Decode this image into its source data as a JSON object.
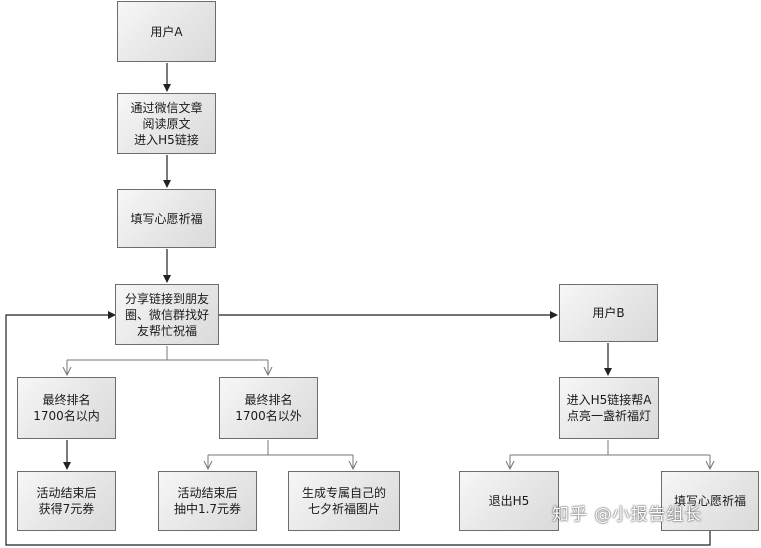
{
  "nodes": {
    "userA": "用户A",
    "enterH5": "通过微信文章\n阅读原文\n进入H5链接",
    "fillWish1": "填写心愿祈福",
    "share": "分享链接到朋友\n圈、微信群找好\n友帮忙祝福",
    "rankIn": "最终排名\n1700名以内",
    "rankOut": "最终排名\n1700名以外",
    "prize7": "活动结束后\n获得7元券",
    "prize17": "活动结束后\n抽中1.7元券",
    "genImage": "生成专属自己的\n七夕祈福图片",
    "userB": "用户B",
    "lightLamp": "进入H5链接帮A\n点亮一盏祈福灯",
    "exitH5": "退出H5",
    "fillWish2": "填写心愿祈福"
  },
  "watermark": "知乎 @小报告组长"
}
